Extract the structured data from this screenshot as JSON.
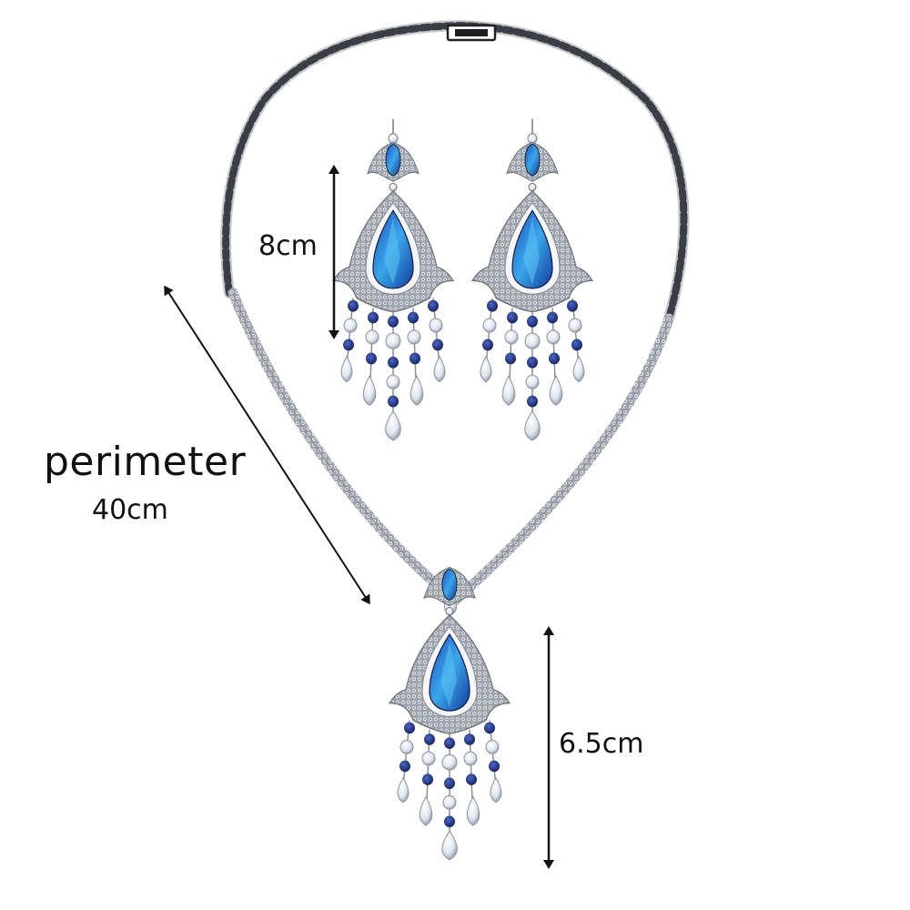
{
  "image": {
    "subject": "Silver necklace and chandelier earring set with blue and clear crystals",
    "background_color": "#ffffff"
  },
  "annotations": {
    "perimeter": {
      "label": "perimeter",
      "value": "40cm"
    },
    "earring_length": {
      "value": "8cm"
    },
    "pendant_length": {
      "value": "6.5cm"
    }
  },
  "colors": {
    "metal": "#b9bcc4",
    "metal_dark": "#55585f",
    "blue_stone": "#1f7fd6",
    "blue_stone_light": "#4fb6ee",
    "sapphire": "#1d2f7a",
    "clear_crystal": "#e8eef6",
    "arrow": "#111111"
  }
}
